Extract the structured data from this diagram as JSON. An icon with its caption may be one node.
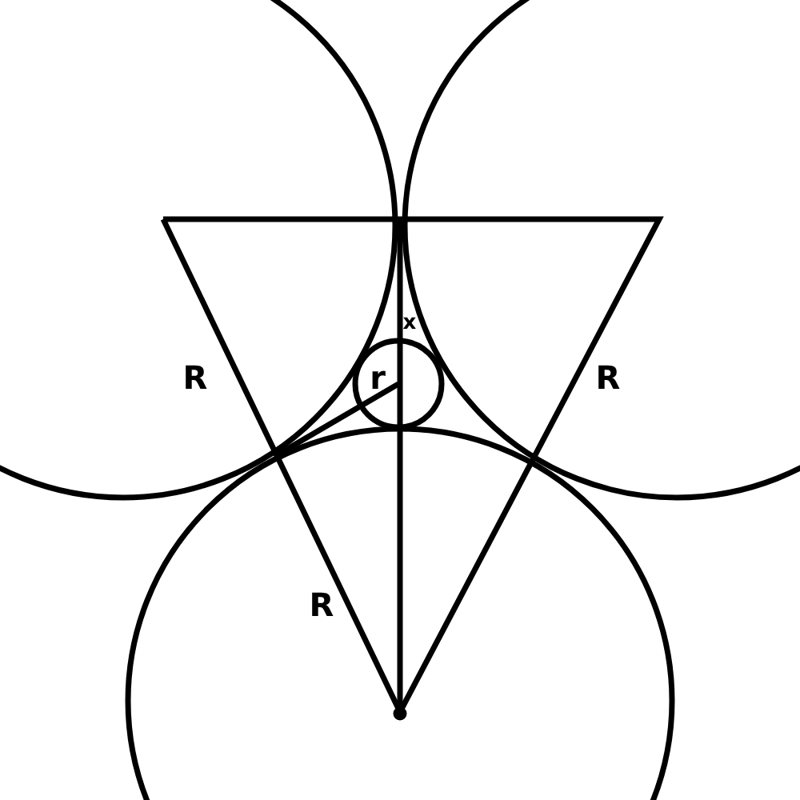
{
  "diagram": {
    "labels": [
      "R",
      "R",
      "r",
      "x",
      "R"
    ]
  }
}
